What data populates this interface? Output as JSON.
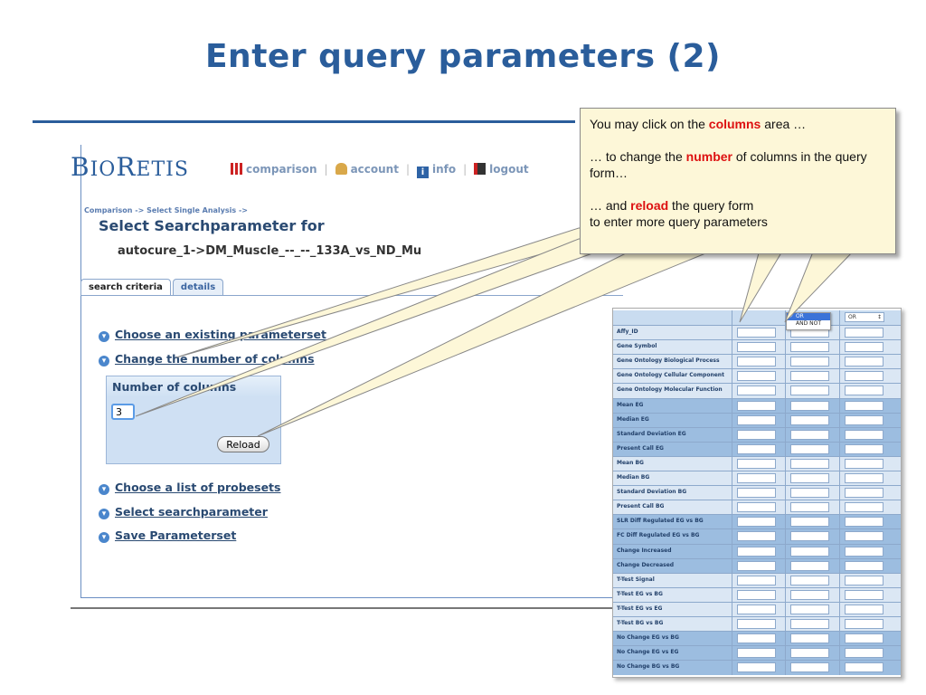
{
  "slide": {
    "title": "Enter query parameters (2)"
  },
  "app": {
    "logo": {
      "big1": "B",
      "small1": "IO",
      "big2": "R",
      "small2": "ETIS"
    },
    "nav": [
      {
        "label": "comparison",
        "icon": "comparison-icon"
      },
      {
        "label": "account",
        "icon": "account-icon"
      },
      {
        "label": "info",
        "icon": "info-icon"
      },
      {
        "label": "logout",
        "icon": "logout-icon"
      }
    ],
    "breadcrumb": "Comparison -> Select Single Analysis ->",
    "heading": "Select Searchparameter for",
    "analysis": "autocure_1->DM_Muscle_--_--_133A_vs_ND_Mu",
    "tabs": [
      "search criteria",
      "details"
    ],
    "links": {
      "choose_existing": "Choose an existing parameterset",
      "change_columns": "Change the number of columns",
      "choose_probesets": "Choose a list of probesets",
      "select_param": "Select searchparameter",
      "save_paramset": "Save Parameterset"
    },
    "ncols": {
      "title": "Number of columns",
      "value": "3",
      "reload": "Reload"
    }
  },
  "callout": {
    "line1_pre": "You may click on the ",
    "line1_hl": "columns",
    "line1_post": " area …",
    "line2_pre": "… to change the ",
    "line2_hl": "number",
    "line2_post": " of columns in the query form…",
    "line3_pre": "… and ",
    "line3_hl": "reload",
    "line3_post": " the query form",
    "line4": "to enter more query parameters",
    "accent": "#dd1111"
  },
  "grid": {
    "dropdown_options": [
      "OR",
      "AND NOT"
    ],
    "col3_select": "OR",
    "rows": [
      {
        "label": "Affy_ID",
        "shade": "light"
      },
      {
        "label": "Gene Symbol",
        "shade": "light"
      },
      {
        "label": "Gene Ontology Biological Process",
        "shade": "light"
      },
      {
        "label": "Gene Ontology Cellular Component",
        "shade": "light"
      },
      {
        "label": "Gene Ontology Molecular Function",
        "shade": "light"
      },
      {
        "label": "Mean EG",
        "shade": "dark"
      },
      {
        "label": "Median EG",
        "shade": "dark"
      },
      {
        "label": "Standard Deviation EG",
        "shade": "dark"
      },
      {
        "label": "Present Call EG",
        "shade": "dark"
      },
      {
        "label": "Mean BG",
        "shade": "light"
      },
      {
        "label": "Median BG",
        "shade": "light"
      },
      {
        "label": "Standard Deviation BG",
        "shade": "light"
      },
      {
        "label": "Present Call BG",
        "shade": "light"
      },
      {
        "label": "SLR Diff Regulated EG vs BG",
        "shade": "dark"
      },
      {
        "label": "FC Diff Regulated EG vs BG",
        "shade": "dark"
      },
      {
        "label": "Change Increased",
        "shade": "dark"
      },
      {
        "label": "Change Decreased",
        "shade": "dark"
      },
      {
        "label": "T-Test Signal",
        "shade": "light"
      },
      {
        "label": "T-Test EG vs BG",
        "shade": "light"
      },
      {
        "label": "T-Test EG vs EG",
        "shade": "light"
      },
      {
        "label": "T-Test BG vs BG",
        "shade": "light"
      },
      {
        "label": "No Change EG vs BG",
        "shade": "dark"
      },
      {
        "label": "No Change EG vs EG",
        "shade": "dark"
      },
      {
        "label": "No Change BG vs BG",
        "shade": "dark"
      }
    ]
  }
}
